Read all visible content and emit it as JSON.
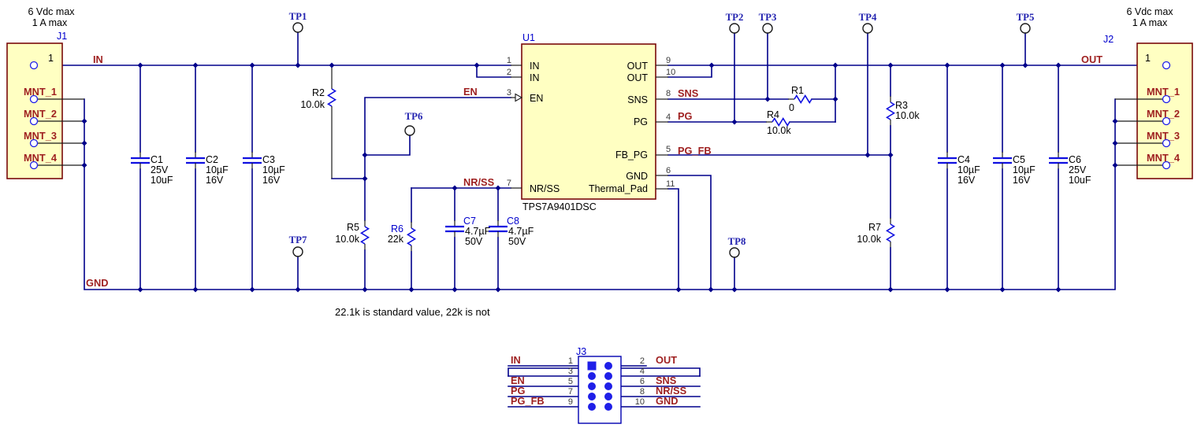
{
  "annotations": {
    "input_rating_line1": "6 Vdc max",
    "input_rating_line2": "1 A max",
    "output_rating_line1": "6 Vdc max",
    "output_rating_line2": "1 A max",
    "note": "22.1k is standard value, 22k is not"
  },
  "nets": {
    "in": "IN",
    "en": "EN",
    "nrss": "NR/SS",
    "sns": "SNS",
    "pg": "PG",
    "pg_fb": "PG_FB",
    "out": "OUT",
    "gnd": "GND"
  },
  "ic": {
    "designator": "U1",
    "part": "TPS7A9401DSC",
    "pins": {
      "p1": "1",
      "p2": "2",
      "p3": "3",
      "p7": "7",
      "p9": "9",
      "p10": "10",
      "p8": "8",
      "p4": "4",
      "p5": "5",
      "p6": "6",
      "p11": "11"
    },
    "names": {
      "in1": "IN",
      "in2": "IN",
      "en": "EN",
      "nrss": "NR/SS",
      "out1": "OUT",
      "out2": "OUT",
      "sns": "SNS",
      "pg": "PG",
      "fb_pg": "FB_PG",
      "gnd": "GND",
      "thermal": "Thermal_Pad"
    }
  },
  "resistors": {
    "R1": {
      "designator": "R1",
      "value": "0"
    },
    "R2": {
      "designator": "R2",
      "value": "10.0k"
    },
    "R3": {
      "designator": "R3",
      "value": "10.0k"
    },
    "R4": {
      "designator": "R4",
      "value": "10.0k"
    },
    "R5": {
      "designator": "R5",
      "value": "10.0k"
    },
    "R6": {
      "designator": "R6",
      "value": "22k"
    },
    "R7": {
      "designator": "R7",
      "value": "10.0k"
    }
  },
  "capacitors": {
    "C1": {
      "designator": "C1",
      "line2": "25V",
      "line3": "10uF"
    },
    "C2": {
      "designator": "C2",
      "line2": "10µF",
      "line3": "16V"
    },
    "C3": {
      "designator": "C3",
      "line2": "10µF",
      "line3": "16V"
    },
    "C4": {
      "designator": "C4",
      "line2": "10µF",
      "line3": "16V"
    },
    "C5": {
      "designator": "C5",
      "line2": "10µF",
      "line3": "16V"
    },
    "C6": {
      "designator": "C6",
      "line2": "25V",
      "line3": "10uF"
    },
    "C7": {
      "designator": "C7",
      "line2": "4.7µF",
      "line3": "50V"
    },
    "C8": {
      "designator": "C8",
      "line2": "4.7µF",
      "line3": "50V"
    }
  },
  "test_points": {
    "TP1": "TP1",
    "TP2": "TP2",
    "TP3": "TP3",
    "TP4": "TP4",
    "TP5": "TP5",
    "TP6": "TP6",
    "TP7": "TP7",
    "TP8": "TP8"
  },
  "connectors": {
    "J1": {
      "designator": "J1",
      "pin1": "1",
      "mnt1": "MNT_1",
      "mnt2": "MNT_2",
      "mnt3": "MNT_3",
      "mnt4": "MNT_4"
    },
    "J2": {
      "designator": "J2",
      "pin1": "1",
      "mnt1": "MNT_1",
      "mnt2": "MNT_2",
      "mnt3": "MNT_3",
      "mnt4": "MNT_4"
    },
    "J3": {
      "designator": "J3",
      "rows": [
        {
          "ln": "1",
          "rn": "2",
          "llabel": "IN",
          "rlabel": "OUT"
        },
        {
          "ln": "3",
          "rn": "4",
          "llabel": "",
          "rlabel": ""
        },
        {
          "ln": "5",
          "rn": "6",
          "llabel": "EN",
          "rlabel": "SNS"
        },
        {
          "ln": "7",
          "rn": "8",
          "llabel": "PG",
          "rlabel": "NR/SS"
        },
        {
          "ln": "9",
          "rn": "10",
          "llabel": "PG_FB",
          "rlabel": "GND"
        }
      ]
    }
  }
}
